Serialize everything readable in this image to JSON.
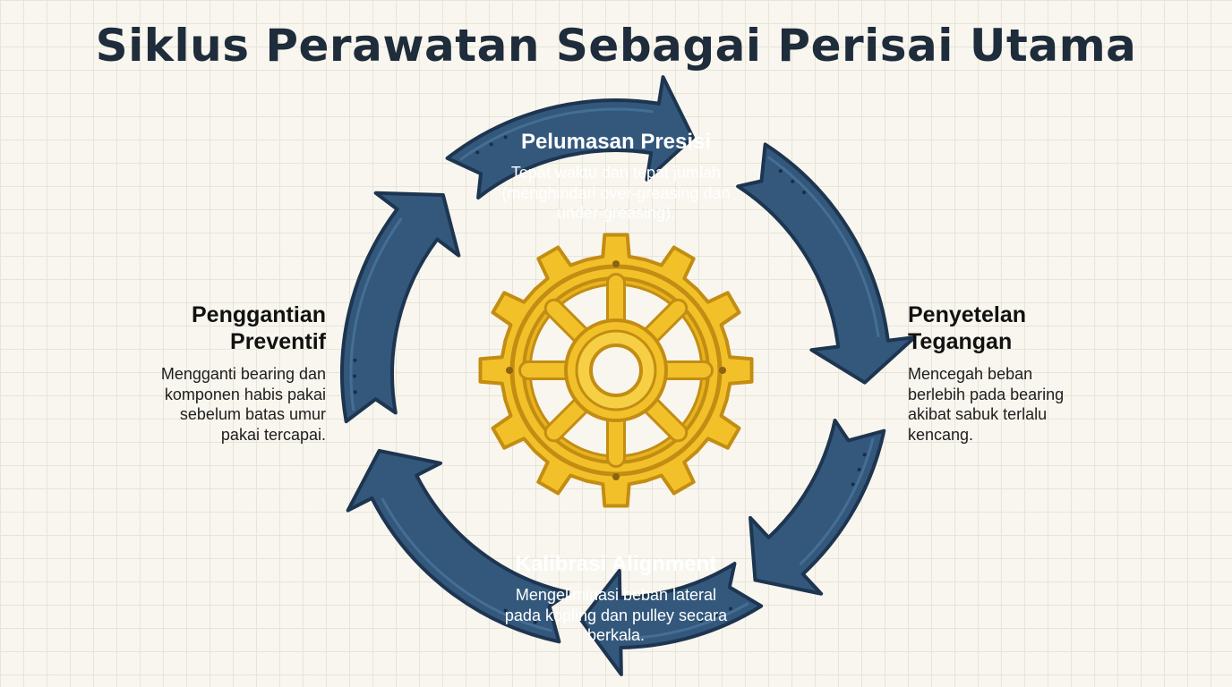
{
  "title": "Siklus Perawatan Sebagai Perisai Utama",
  "colors": {
    "arrow_fill": "#33587c",
    "arrow_dark": "#1d3550",
    "gear_gold": "#f2c12a",
    "gear_dark": "#c28d12",
    "background": "#f8f6ee"
  },
  "center_icon": "gear-icon",
  "steps": [
    {
      "heading": "Pelumasan Presisi",
      "description": "Tepat waktu dan tepat jumlah (menghindari over-greasing dan under-greasing)."
    },
    {
      "heading": "Penyetelan Tegangan",
      "description": "Mencegah beban berlebih pada bearing akibat sabuk terlalu kencang."
    },
    {
      "heading": "Kalibrasi Alignment",
      "description": "Mengeliminasi beban lateral pada kopling dan pulley secara berkala."
    },
    {
      "heading": "Penggantian Preventif",
      "description": "Mengganti bearing dan komponen habis pakai sebelum batas umur pakai tercapai."
    }
  ]
}
